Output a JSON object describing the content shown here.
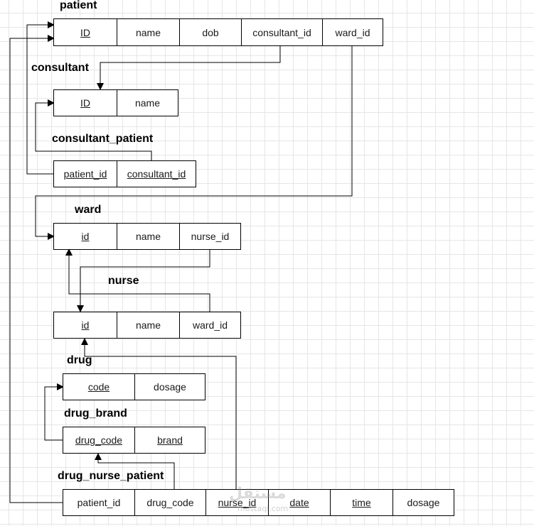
{
  "entities": {
    "patient": {
      "title": "patient",
      "fields": [
        {
          "label": "ID",
          "key": true
        },
        {
          "label": "name",
          "key": false
        },
        {
          "label": "dob",
          "key": false
        },
        {
          "label": "consultant_id",
          "key": false
        },
        {
          "label": "ward_id",
          "key": false
        }
      ]
    },
    "consultant": {
      "title": "consultant",
      "fields": [
        {
          "label": "ID",
          "key": true
        },
        {
          "label": "name",
          "key": false
        }
      ]
    },
    "consultant_patient": {
      "title": "consultant_patient",
      "fields": [
        {
          "label": "patient_id",
          "key": true
        },
        {
          "label": "consultant_id",
          "key": true
        }
      ]
    },
    "ward": {
      "title": "ward",
      "fields": [
        {
          "label": "id",
          "key": true
        },
        {
          "label": "name",
          "key": false
        },
        {
          "label": "nurse_id",
          "key": false
        }
      ]
    },
    "nurse": {
      "title": "nurse",
      "fields": [
        {
          "label": "id",
          "key": true
        },
        {
          "label": "name",
          "key": false
        },
        {
          "label": "ward_id",
          "key": false
        }
      ]
    },
    "drug": {
      "title": "drug",
      "fields": [
        {
          "label": "code",
          "key": true
        },
        {
          "label": "dosage",
          "key": false
        }
      ]
    },
    "drug_brand": {
      "title": "drug_brand",
      "fields": [
        {
          "label": "drug_code",
          "key": true
        },
        {
          "label": "brand",
          "key": true
        }
      ]
    },
    "drug_nurse_patient": {
      "title": "drug_nurse_patient",
      "fields": [
        {
          "label": "patient_id",
          "key": false
        },
        {
          "label": "drug_code",
          "key": false
        },
        {
          "label": "nurse_id",
          "key": true
        },
        {
          "label": "date",
          "key": true
        },
        {
          "label": "time",
          "key": true
        },
        {
          "label": "dosage",
          "key": false
        }
      ]
    }
  },
  "relations": [
    {
      "name": "consultant-id-to-consultant"
    },
    {
      "name": "consultant-patient-patient-id-to-patient"
    },
    {
      "name": "consultant-patient-consultant-id-to-consultant"
    },
    {
      "name": "ward-id-to-ward"
    },
    {
      "name": "ward-nurse-id-to-nurse"
    },
    {
      "name": "nurse-ward-id-to-ward"
    },
    {
      "name": "dnp-patient-id-to-patient"
    },
    {
      "name": "dnp-drug-code-to-drug-brand"
    },
    {
      "name": "dnp-nurse-id-to-nurse"
    },
    {
      "name": "drug-brand-code-to-drug"
    }
  ],
  "watermark": {
    "main": "مستقل",
    "sub": "mostaql.com"
  }
}
